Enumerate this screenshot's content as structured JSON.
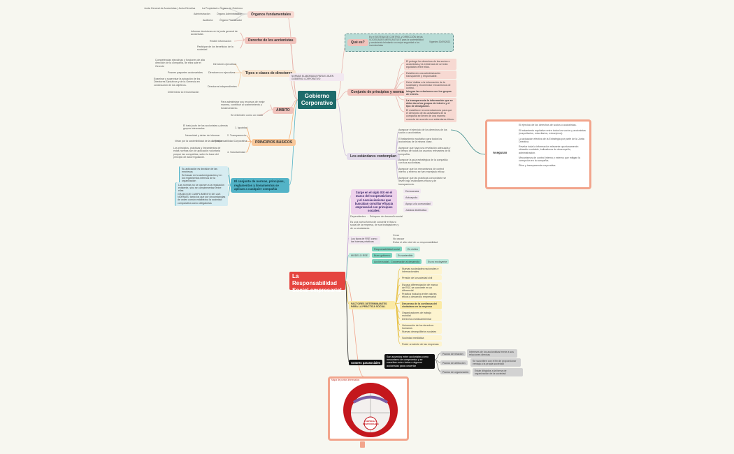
{
  "root1": "Gobierno Corporativo",
  "root2": "La Responsabilidad Social empresarial",
  "organos": {
    "title": "Órganos fundamentales",
    "rows": [
      [
        "Junta General de Accionistas | Junta Directiva",
        "La Propiedad u Órgano de Gobierno"
      ],
      [
        "Administración",
        "Órgano Administración"
      ],
      [
        "Auditoría",
        "Órgano Fiscalizador"
      ]
    ]
  },
  "derecho": {
    "title": "Derecho de los accionistas",
    "items": [
      "Informar decisiones en la junta general de accionistas",
      "Recibir información",
      "Participar de los beneficios de la sociedad"
    ]
  },
  "tipos": {
    "title": "Tipos o clases de directores",
    "pairs": [
      [
        "Competencias ejecutivas y funciones de alta dirección de la compañía, de ellos sale el Gerente",
        "Directores ejecutivos"
      ],
      [
        "Poseen paquetes accionariales",
        "Directores no ejecutivos"
      ],
      [
        "Examinar y supervisar la actuación de los Directores Ejecutivos y de la Gerencia en consecución de los objetivos.",
        "Directores independientes"
      ],
      [
        "Determinar la remuneración",
        ""
      ]
    ]
  },
  "normas": "NORMAS ELABORADAS PARA EL BUEN GOBIERNO CORPORATIVO",
  "ambito": {
    "title": "ÁMBITO",
    "items": [
      "Para administrar sus recursos de mejor manera, contribuir al sostenimiento y fortalecimiento.",
      "Se entienden como un modo"
    ]
  },
  "principios": {
    "title": "PRINCIPIOS BÁSICOS",
    "items": [
      [
        "El trato justo de los accionistas y demás grupos interesados",
        "1. Igualdad"
      ],
      [
        "Necesidad y deber de informar",
        "2. Transparencia"
      ],
      [
        "Velan por la sostenibilidad de la compañía",
        "3. Responsabilidad Corporativa"
      ],
      [
        "Los principios, prácticas y lineamientos de estas normas son de aplicación voluntaria porque las compañías, sobre la base del principio de autorregulación.",
        "4. Voluntariedad"
      ]
    ]
  },
  "conjunto": {
    "title": "El conjunto de normas, principios, reglamentos y lineamientos se aplican a cualquier compañía",
    "items": [
      "Su aplicación es decisión de las empresas",
      "Se basan en la autorregulación y en los reglamentos internos de la organización",
      "Las normas no se oponen a la regulación existente, sino se complementan entre ellas",
      "GRADO DE CUMPLIMIENTO DE LAS NORMAS: tanto los que por circunstancias de orden común establezca la sociedad comparativa como obligatorias"
    ]
  },
  "quees": {
    "title": "Qué es?",
    "text": "Es el SISTEMA DE CONTROL y DIRECCIÓN de las SOCIEDADES MERCANTILES para la sostenibilidad y crecimiento brindando un mejor seguridad a los inversionistas",
    "date": "Vigentes 30/09/2022"
  },
  "conjprin": {
    "title": "Conjunto de principios y normas",
    "items": [
      "El protege los derechos de los socios o accionistas y la existencia de un trato equitativo entre ellos.",
      "Establecen una administración transparente y responsable.",
      "Debe Validar a la información de la sociedad y recomendar mecanismos de control.",
      "Integrar las relaciones con los grupos de interés.",
      "La transparencia la información que se debe dar a los grupos de interés y el tipo de divulgación.",
      "El establecer recomendaciones para que el directorio de las actividades de la compañía se lleven de una manera correcta de acuerdo con estándares éticos."
    ]
  },
  "estandares": {
    "title": "Los estándares contemplan",
    "items": [
      "Asegurar el ejercicio de los derechos de los socios o accionistas",
      "El tratamiento equitativo para todos los accionistas de la misma clase.",
      "Asegurar que haya una revelación adecuada y a tiempo de todos los asuntos relevantes de la compañía.",
      "Asegurar la guía estratégica de la compañía con sus accionistas.",
      "Asegurar que los mecanismos de control interno y externo se han manejado eficaz.",
      "Asegurar que las prácticas concordante se lleven bajo estándares éticos y de transparencia."
    ]
  },
  "aseguran": {
    "title": "Aseguran",
    "items": [
      "El ejercicio de los derechos de socios o accionistas.",
      "El tratamiento equitativo entre todos los socios y accionistas (mayoritarios, minoritarios, extranjeros).",
      "La actuación efectiva de la Estrategia por parte de la Junta Directiva.",
      "Revelar toda la información relevante oportunamente: situación contable, indicadores de desempeño, administración.",
      "Mecanismos de control interno y externo que mitigan la corrupción en la compañía.",
      "Ética y transparencia corporativa."
    ]
  },
  "rse": {
    "surge": "Surge en el siglo XIX en el marco del Cooperativismo y el Asociacionismo que buscaban conciliar eficacia empresarial con principios sociales:",
    "surge_items": [
      "Democracia",
      "Autoayuda",
      "Apoyo a la comunidad",
      "Justicia distributiva"
    ],
    "notes": [
      "Dependientes → Enfoques de desarrollo social",
      "Es una nueva forma de concebir el futuro social de la empresa, de sus trabajadores y de su ciudadanía"
    ],
    "tipos_label": "Los tipos de RSE como las buenas prácticas",
    "tipos_items": [
      "Crear",
      "No causar",
      "Evitar el alto nivel de su responsabilidad"
    ],
    "modelo_label": "MODELO RSE",
    "modelo": [
      [
        "Responsabilidad social",
        "Es cíclico"
      ],
      [
        "Buen gobierno",
        "Es sostenible"
      ],
      [
        "Acción social - Cooperación al desarrollo",
        "Es no excluyente"
      ]
    ],
    "factores_label": "FACTORES DETERMINANTES PARA LA PRACTICA SOCIAL",
    "factores": [
      "Nuevas sociedades nacionales e internacionales",
      "Presión de la sociedad civil",
      "Escasa diferenciación de marca de RSC se convierte en un diferencial.",
      "Práctica inclusiva entre valores éticos y desarrollo empresarial",
      "Descenso de la confianza del ciudadano en la empresa",
      "Organizaciones de trabajo mundial",
      "Derechos medioambiental",
      "Vulneración de los derechos humanos",
      "Nuevas desequilibrios sociales",
      "Sociedad mediática",
      "Poder creciente de las empresas"
    ],
    "paras_label": "Actores parasociales",
    "paras_text": "Son acuerdos entre accionistas como mecanismo de compromiso y se suscriben entre todos o algunos accionistas para concertar",
    "paras_items": [
      [
        "Pactos de relación",
        "Intereses de los accionistas frente a sus relaciones directas"
      ],
      [
        "Pactos de atribución",
        "Se suscriben con el fin de proporcionar ventaja a la propia sociedad"
      ],
      [
        "Pactos de organización",
        "Están dirigidos a la forma de organización de la sociedad"
      ]
    ],
    "img_title": "Mapa de puntos interesados",
    "img_core": "EMPRESA RESPONSABLE"
  }
}
